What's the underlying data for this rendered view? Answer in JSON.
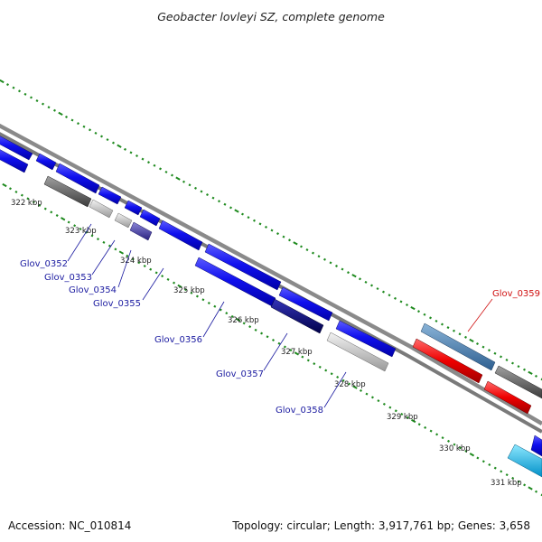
{
  "title": "Geobacter lovleyi SZ, complete genome",
  "footer": {
    "accession": "Accession: NC_010814",
    "summary": "Topology: circular; Length: 3,917,761 bp; Genes: 3,658"
  },
  "colors": {
    "background": "#ffffff",
    "backbone": "#8a8a8a",
    "tick": "#1e8a1e",
    "cds_forward": "#1515ee",
    "cds_reverse": "#1515ee",
    "label_blue": "#1a1aa0",
    "label_red": "#d01010",
    "highlight_gene": "#d01010"
  },
  "tick_labels": [
    "322 kbp",
    "323 kbp",
    "324 kbp",
    "325 kbp",
    "326 kbp",
    "327 kbp",
    "328 kbp",
    "329 kbp",
    "330 kbp",
    "331 kbp"
  ],
  "gene_labels": [
    {
      "text": "Glov_0352",
      "color": "blue"
    },
    {
      "text": "Glov_0353",
      "color": "blue"
    },
    {
      "text": "Glov_0354",
      "color": "blue"
    },
    {
      "text": "Glov_0355",
      "color": "blue"
    },
    {
      "text": "Glov_0356",
      "color": "blue"
    },
    {
      "text": "Glov_0357",
      "color": "blue"
    },
    {
      "text": "Glov_0358",
      "color": "blue"
    },
    {
      "text": "Glov_0359",
      "color": "red"
    }
  ]
}
